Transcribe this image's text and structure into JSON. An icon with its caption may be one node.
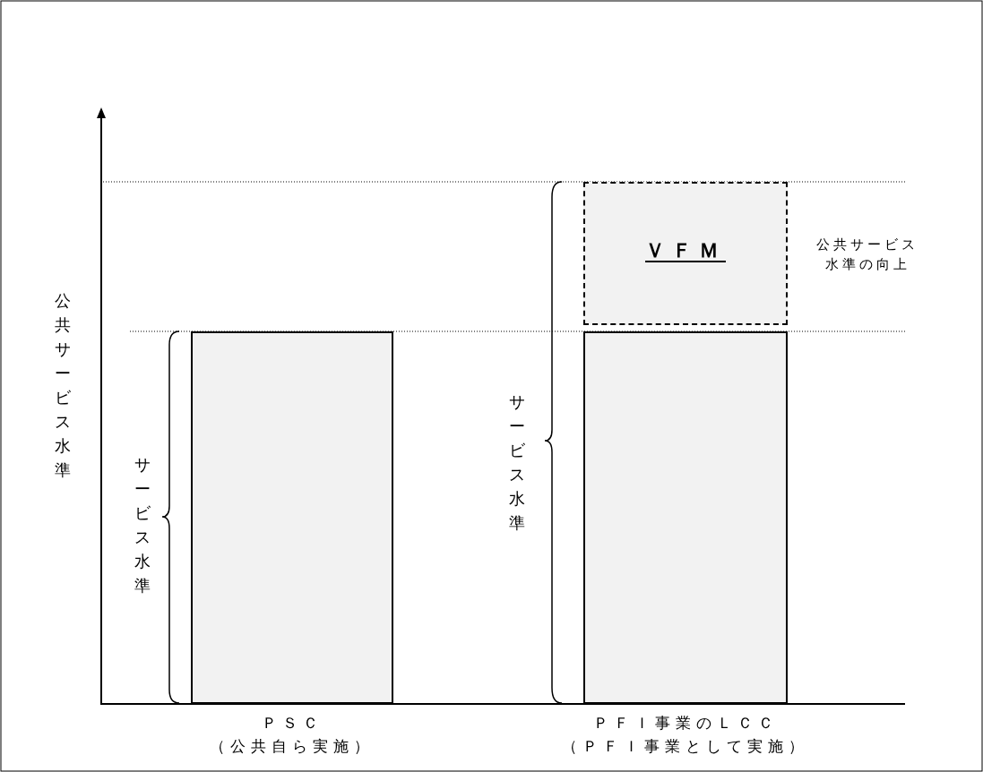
{
  "diagram": {
    "nodes": [
      {
        "text": [],
        "shape": "bar",
        "beside": [
          "ＰＳＣ",
          "（公共自ら実施）"
        ]
      },
      {
        "text": [
          "ＶＦＭ"
        ],
        "beside": [
          "公共サービス水準の向上"
        ]
      },
      {
        "text": [],
        "shape": "bar",
        "beside": [
          "ＰＦＩ事業のＬＣＣ",
          "（ＰＦＩ事業として実施）"
        ]
      }
    ],
    "edges": [],
    "labels": [
      "公共サービス水準",
      "サービス水準",
      "サービス水準"
    ]
  }
}
